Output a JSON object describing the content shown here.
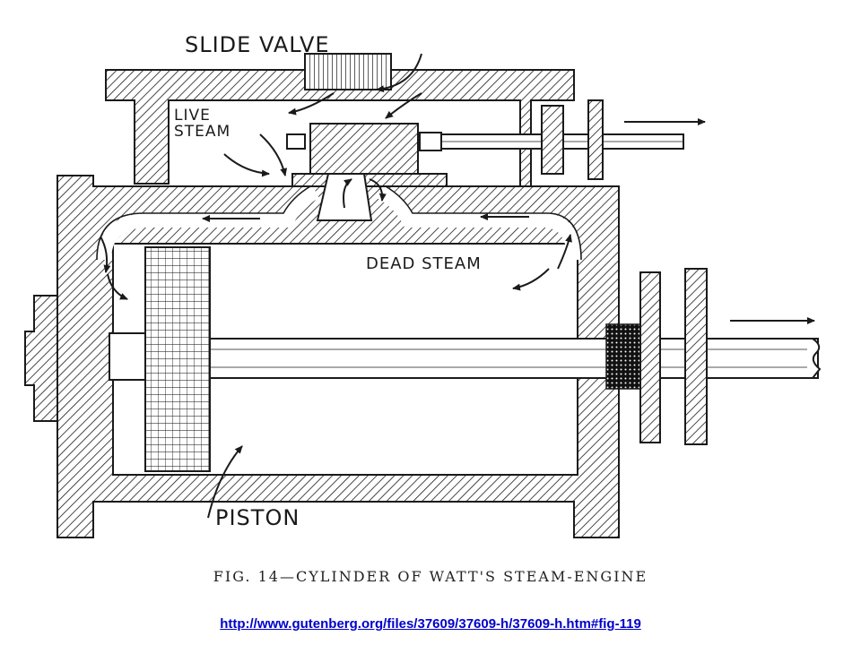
{
  "labels": {
    "slide_valve": "SLIDE VALVE",
    "live_steam_1": "LIVE",
    "live_steam_2": "STEAM",
    "dead_steam": "DEAD STEAM",
    "piston": "PISTON"
  },
  "caption": "FIG. 14—CYLINDER OF WATT'S STEAM-ENGINE",
  "source_url": "http://www.gutenberg.org/files/37609/37609-h/37609-h.htm#fig-119",
  "colors": {
    "ink": "#1a1a1a",
    "link": "#0000cc",
    "background": "#ffffff"
  }
}
